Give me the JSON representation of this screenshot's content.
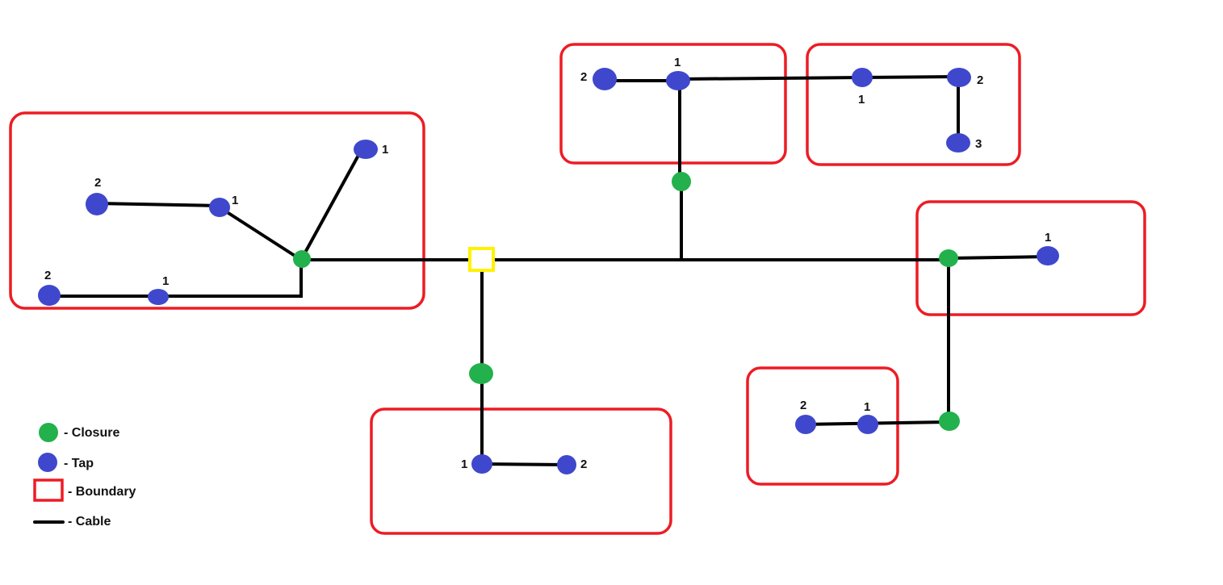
{
  "colors": {
    "closure": "#22b14c",
    "tap": "#3f48cc",
    "boundary": "#ed1c24",
    "cable": "#000000",
    "hub": "#fff200"
  },
  "labels": {
    "w1": "2",
    "w2": "1",
    "w3": "1",
    "w4": "2",
    "w5": "1",
    "t1": "2",
    "t2": "1",
    "r1": "1",
    "r2": "2",
    "r3": "3",
    "e1": "1",
    "s1": "1",
    "s2": "2",
    "se1": "2",
    "se2": "1"
  },
  "legend": {
    "closure": "- Closure",
    "tap": "- Tap",
    "boundary": "- Boundary",
    "cable": "- Cable"
  }
}
